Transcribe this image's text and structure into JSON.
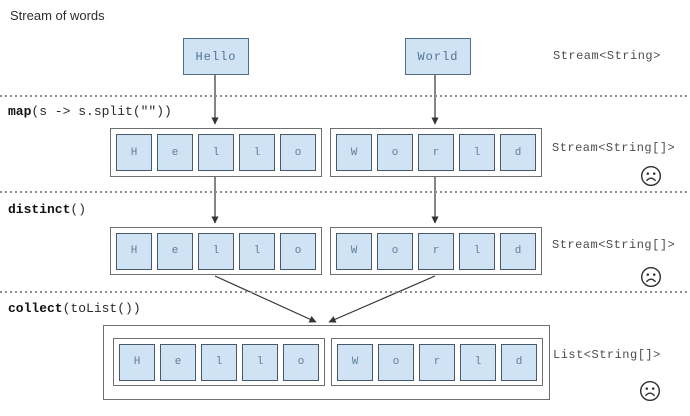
{
  "title": "Stream of words",
  "source_words": [
    "Hello",
    "World"
  ],
  "arrays": {
    "hello": [
      "H",
      "e",
      "l",
      "l",
      "o"
    ],
    "world": [
      "W",
      "o",
      "r",
      "l",
      "d"
    ]
  },
  "operations": {
    "map": {
      "bold": "map",
      "rest": "(s -> s.split(\"\"))"
    },
    "distinct": {
      "bold": "distinct",
      "rest": "()"
    },
    "collect": {
      "bold": "collect",
      "rest": "(toList())"
    }
  },
  "type_labels": {
    "initial": "Stream<String>",
    "after_map": "Stream<String[]>",
    "after_distinct": "Stream<String[]>",
    "after_collect": "List<String[]>"
  },
  "icons": {
    "sad_face": "sad-face-icon"
  },
  "colors": {
    "cell_fill": "#cfe3f5",
    "cell_border": "#49596a",
    "box_border": "#6e6e6e",
    "letter_text": "#5c7f9d",
    "type_label_text": "#4d4d4d",
    "arrow": "#333333"
  }
}
